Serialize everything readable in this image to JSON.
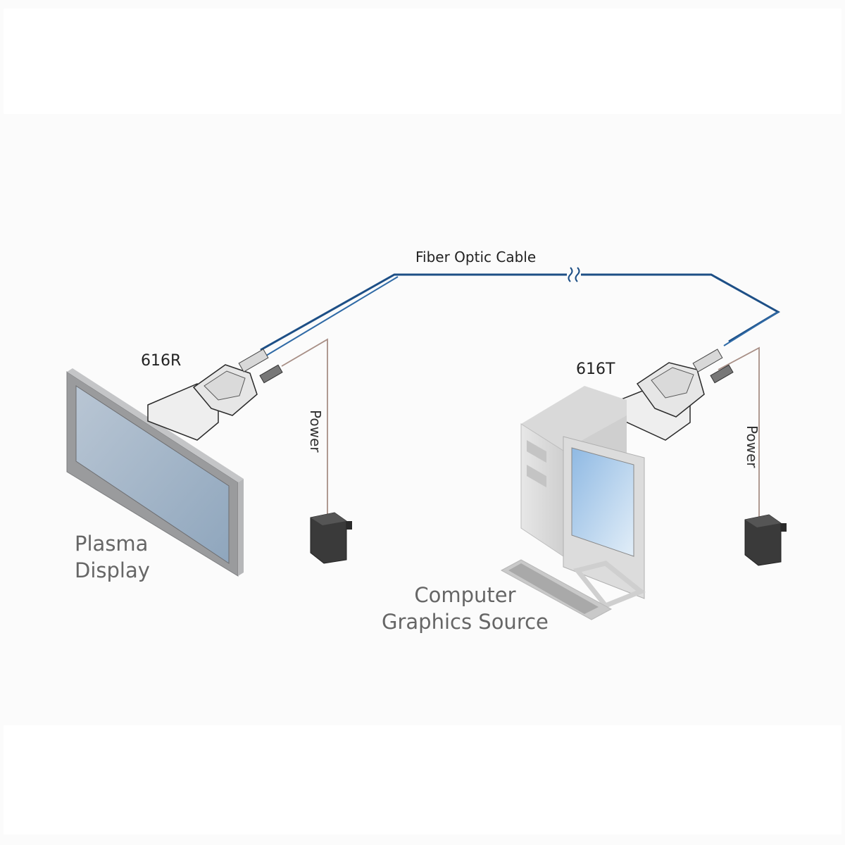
{
  "diagram": {
    "title": "Fiber optic extender connection diagram",
    "cable_label": "Fiber Optic Cable",
    "receiver": {
      "model": "616R",
      "power_label": "Power",
      "display_label_line1": "Plasma",
      "display_label_line2": "Display"
    },
    "transmitter": {
      "model": "616T",
      "power_label": "Power",
      "source_label_line1": "Computer",
      "source_label_line2": "Graphics Source"
    },
    "colors": {
      "fiber_cable": "#1d4f86",
      "power_cable": "#a88f86",
      "device_outline": "#2a2a2a",
      "device_fill": "#e6e6e6",
      "display_frame": "#9a9b9d",
      "display_screen": "#aebccb",
      "power_supply": "#3a3a3a",
      "background": "#fbfbfb"
    },
    "icons": [
      "break-symbol-icon",
      "plasma-display-icon",
      "computer-tower-icon",
      "monitor-icon",
      "keyboard-icon",
      "power-adapter-icon",
      "dvi-fiber-module-icon"
    ]
  }
}
